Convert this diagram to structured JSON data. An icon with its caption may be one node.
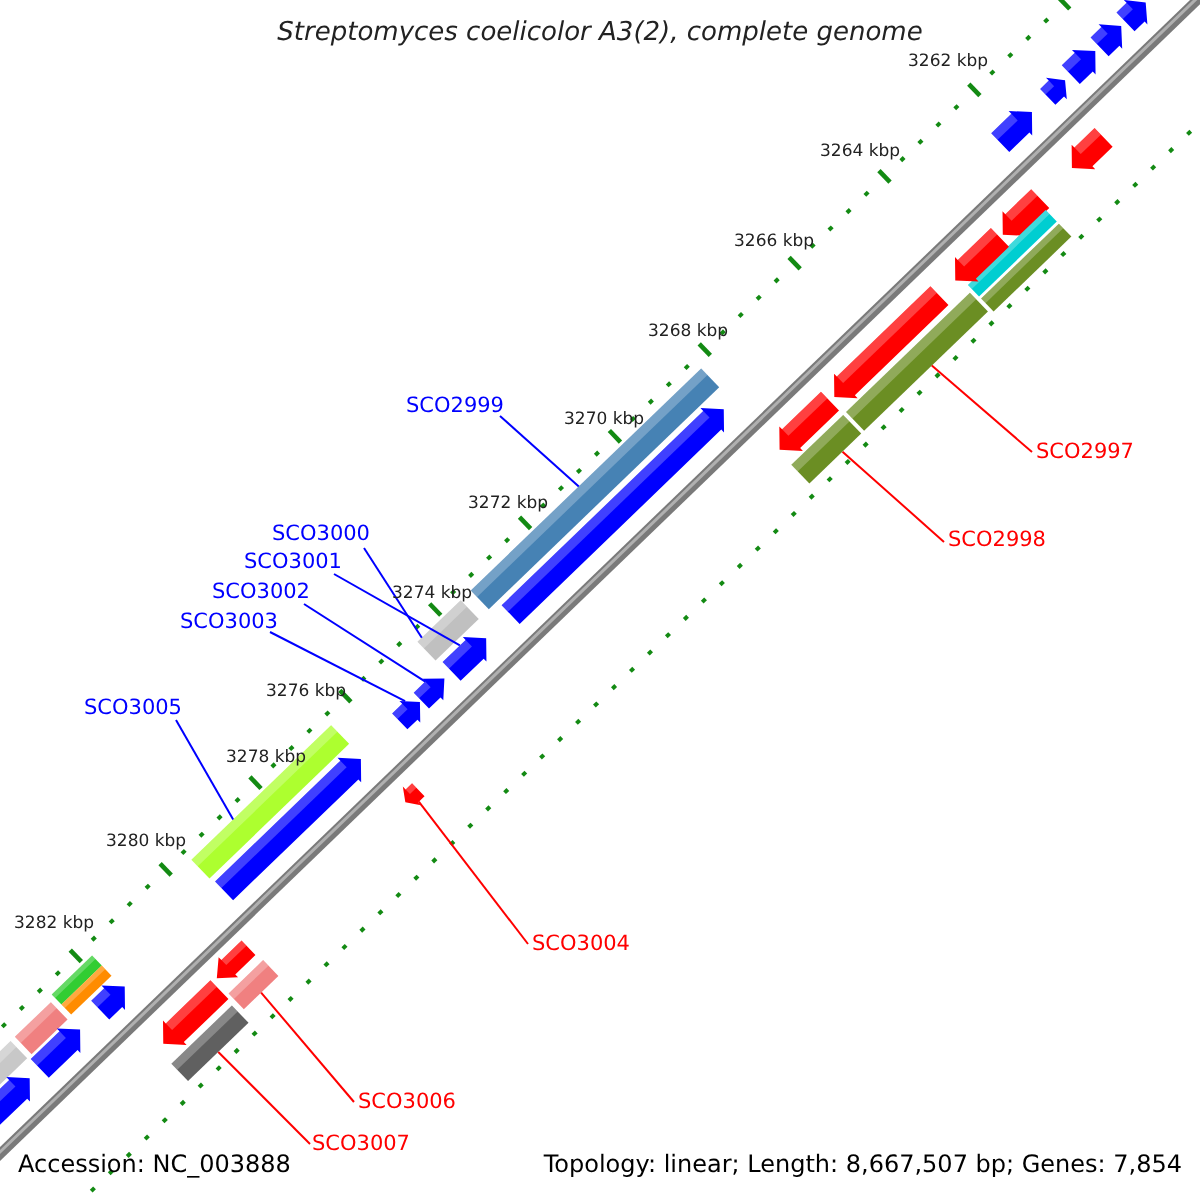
{
  "diagram": {
    "title": "Streptomyces coelicolor A3(2), complete genome",
    "nodes": [
      {
        "text": [
          "SCO2999"
        ]
      },
      {
        "text": [
          "SCO2997"
        ]
      },
      {
        "text": [
          "SCO3000"
        ]
      },
      {
        "text": [
          "SCO2998"
        ]
      },
      {
        "text": [
          "SCO3001"
        ]
      },
      {
        "text": [
          "SCO3002"
        ]
      },
      {
        "text": [
          "SCO3003"
        ]
      },
      {
        "text": [
          "SCO3005"
        ]
      },
      {
        "text": [
          "SCO3004"
        ]
      },
      {
        "text": [
          "SCO3006"
        ]
      },
      {
        "text": [
          "SCO3007"
        ]
      },
      {
        "text": [],
        "shape": "arrow"
      },
      {
        "text": [],
        "shape": "arrow"
      },
      {
        "text": [],
        "shape": "arrow"
      },
      {
        "text": [],
        "shape": "arrow"
      },
      {
        "text": [],
        "shape": "arrow"
      },
      {
        "text": [],
        "shape": "arrow"
      },
      {
        "text": [],
        "shape": "arrow"
      },
      {
        "text": [],
        "shape": "bar"
      },
      {
        "text": [],
        "shape": "arrow"
      },
      {
        "text": [],
        "shape": "bar"
      },
      {
        "text": [],
        "shape": "arrow"
      },
      {
        "text": [],
        "shape": "bar"
      },
      {
        "text": [],
        "shape": "arrow"
      },
      {
        "text": [],
        "shape": "bar"
      },
      {
        "text": [],
        "shape": "bar"
      },
      {
        "text": [],
        "shape": "arrow"
      },
      {
        "text": [],
        "shape": "bar"
      },
      {
        "text": [],
        "shape": "arrow"
      },
      {
        "text": [],
        "shape": "arrow"
      },
      {
        "text": [],
        "shape": "arrow"
      },
      {
        "text": [],
        "shape": "arrow"
      },
      {
        "text": [],
        "shape": "bar"
      },
      {
        "text": [],
        "shape": "arrow"
      },
      {
        "text": [],
        "shape": "arrow"
      },
      {
        "text": [],
        "shape": "bar"
      },
      {
        "text": [],
        "shape": "bar"
      },
      {
        "text": [],
        "shape": "bar"
      },
      {
        "text": [],
        "shape": "arrow"
      },
      {
        "text": [],
        "shape": "arrow"
      },
      {
        "text": [],
        "shape": "bar"
      },
      {
        "text": [],
        "shape": "bar"
      },
      {
        "text": [],
        "shape": "arrow"
      },
      {
        "text": [],
        "shape": "bar"
      },
      {
        "text": [],
        "shape": "arrow"
      }
    ],
    "edges": [
      {
        "from": 0,
        "to": 25,
        "arrow": "none"
      },
      {
        "from": 1,
        "to": 22,
        "arrow": "none",
        "color": "#ff0000"
      },
      {
        "from": 2,
        "to": 27,
        "arrow": "none"
      },
      {
        "from": 3,
        "to": 24,
        "arrow": "none",
        "color": "#ff0000"
      },
      {
        "from": 4,
        "to": 28,
        "arrow": "none"
      },
      {
        "from": 5,
        "to": 29,
        "arrow": "none"
      },
      {
        "from": 6,
        "to": 30,
        "arrow": "none"
      },
      {
        "from": 7,
        "to": 32,
        "arrow": "none"
      },
      {
        "from": 8,
        "to": 31,
        "arrow": "none",
        "color": "#ff0000"
      },
      {
        "from": 9,
        "to": 36,
        "arrow": "none",
        "color": "#ff0000"
      },
      {
        "from": 10,
        "to": 41,
        "arrow": "none",
        "color": "#ff0000"
      }
    ],
    "labels": [
      "3262 kbp",
      "3264 kbp",
      "3266 kbp",
      "3268 kbp",
      "3270 kbp",
      "3272 kbp",
      "3274 kbp",
      "3276 kbp",
      "3278 kbp",
      "3280 kbp",
      "3282 kbp",
      "Accession: NC_003888",
      "Topology: linear; Length: 8,667,507 bp; Genes: 7,854"
    ]
  }
}
